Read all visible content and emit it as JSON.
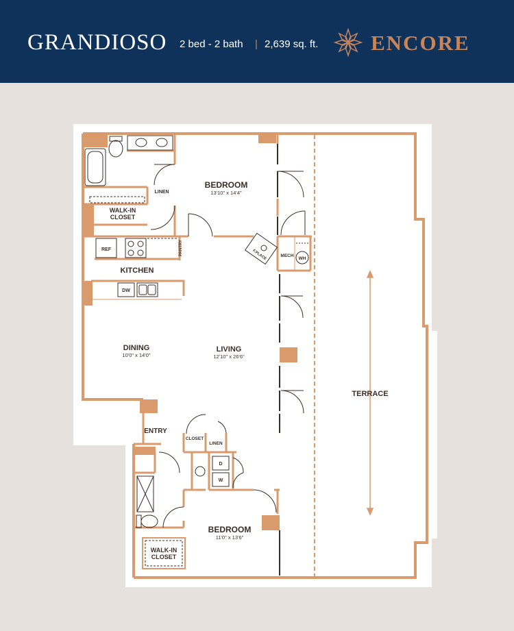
{
  "header": {
    "plan_name": "GRANDIOSO",
    "specs": "2 bed - 2 bath",
    "separator": "|",
    "area": "2,639 sq. ft.",
    "brand": "ENCORE"
  },
  "colors": {
    "header_bg": "#0f325a",
    "accent": "#c6855b",
    "page_bg": "#e6e1dc",
    "plan_bg": "#ffffff",
    "wall": "#d99a6c",
    "text": "#3b2d25"
  },
  "rooms": {
    "bedroom_1": {
      "name": "BEDROOM",
      "dims": "13'10\" x 14'4\""
    },
    "linen_1": "LINEN",
    "walkin_1": {
      "line1": "WALK-IN",
      "line2": "CLOSET"
    },
    "kitchen": "KITCHEN",
    "ref": "REF",
    "pantry": "PANTRY",
    "dw": "DW",
    "fireplace": "F.PLACE",
    "mech": "MECH",
    "wh": "WH",
    "dining": {
      "name": "DINING",
      "dims": "10'0\" x 14'0\""
    },
    "living": {
      "name": "LIVING",
      "dims": "12'10\" x 26'6\""
    },
    "terrace": "TERRACE",
    "entry": "ENTRY",
    "closet": "CLOSET",
    "linen_2": "LINEN",
    "dryer": "D",
    "washer": "W",
    "bedroom_2": {
      "name": "BEDROOM",
      "dims": "11'0\" x 13'6\""
    },
    "walkin_2": {
      "line1": "WALK-IN",
      "line2": "CLOSET"
    }
  }
}
